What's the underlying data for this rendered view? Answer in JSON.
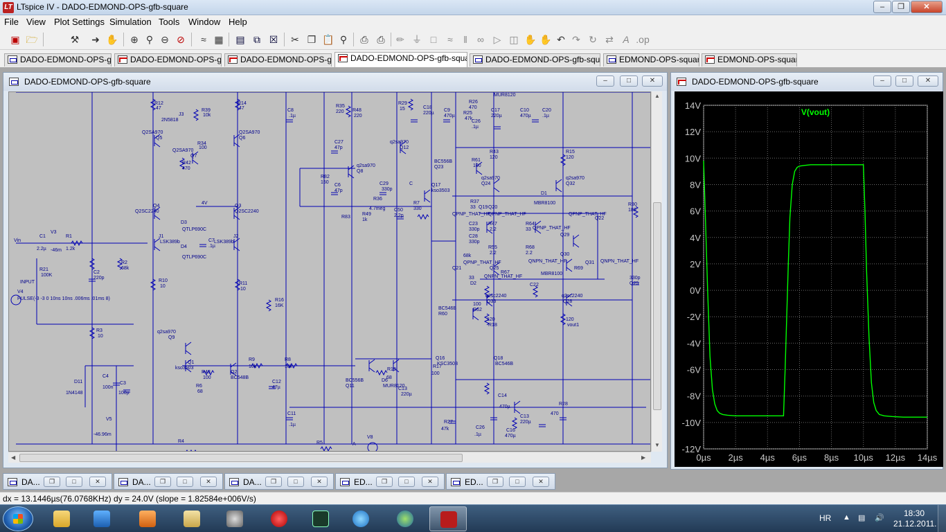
{
  "window": {
    "title": "LTspice IV - DADO-EDMOND-OPS-gfb-square",
    "app_icon": "LT"
  },
  "menu": [
    "File",
    "View",
    "Plot Settings",
    "Simulation",
    "Tools",
    "Window",
    "Help"
  ],
  "toolbar_icons": [
    "new-schematic-icon",
    "open-icon",
    "control-panel-icon",
    "run-icon",
    "halt-icon",
    "zoom-in-icon",
    "zoom-area-icon",
    "zoom-out-icon",
    "zoom-fit-icon",
    "autorange-icon",
    "tile-icon",
    "cascade-icon",
    "close-icon",
    "cut-icon",
    "copy-icon",
    "find-icon",
    "print-preview-icon",
    "print-icon",
    "wire-icon",
    "ground-icon",
    "label-icon",
    "resistor-icon",
    "capacitor-icon",
    "inductor-icon",
    "diode-icon",
    "component-icon",
    "move-icon",
    "drag-icon",
    "undo-icon",
    "redo-icon",
    "rotate-icon",
    "mirror-icon",
    "text-icon",
    "spice-directive-icon"
  ],
  "tabs": [
    {
      "label": "DADO-EDMOND-OPS-gfb",
      "kind": "schematic"
    },
    {
      "label": "DADO-EDMOND-OPS-gfb",
      "kind": "waveform"
    },
    {
      "label": "DADO-EDMOND-OPS-gfb",
      "kind": "waveform"
    },
    {
      "label": "DADO-EDMOND-OPS-gfb-square",
      "kind": "waveform",
      "active": true
    },
    {
      "label": "DADO-EDMOND-OPS-gfb-square",
      "kind": "schematic"
    },
    {
      "label": "EDMOND-OPS-square",
      "kind": "schematic"
    },
    {
      "label": "EDMOND-OPS-square",
      "kind": "waveform"
    }
  ],
  "schematic_window": {
    "title": "DADO-EDMOND-OPS-gfb-square",
    "labels": [
      {
        "t": "R12"
      },
      {
        "t": "47"
      },
      {
        "t": "R14"
      },
      {
        "t": "47"
      },
      {
        "t": "J3"
      },
      {
        "t": "2N5818"
      },
      {
        "t": "R39"
      },
      {
        "t": "10k"
      },
      {
        "t": "Q2SA970"
      },
      {
        "t": "Q5"
      },
      {
        "t": "Q2SA970"
      },
      {
        "t": "Q6"
      },
      {
        "t": "Q2SA970"
      },
      {
        "t": "R34"
      },
      {
        "t": "100"
      },
      {
        "t": "Q7"
      },
      {
        "t": "R42"
      },
      {
        "t": "470"
      },
      {
        "t": "4V"
      },
      {
        "t": "Q4"
      },
      {
        "t": "Q2SC2240"
      },
      {
        "t": "Q3"
      },
      {
        "t": "Q2SC2240"
      },
      {
        "t": "D3"
      },
      {
        "t": "QTLP690C"
      },
      {
        "t": "D4"
      },
      {
        "t": "QTLP690C"
      },
      {
        "t": "C7"
      },
      {
        "t": ".1µ"
      },
      {
        "t": "J1"
      },
      {
        "t": "LSK389b"
      },
      {
        "t": "J2"
      },
      {
        "t": "LSK389b"
      },
      {
        "t": "Vin"
      },
      {
        "t": "C1"
      },
      {
        "t": "2.2µ"
      },
      {
        "t": "V3"
      },
      {
        "t": "-46m"
      },
      {
        "t": "R1"
      },
      {
        "t": "1.2k"
      },
      {
        "t": "R21"
      },
      {
        "t": "100K"
      },
      {
        "t": "INPUT"
      },
      {
        "t": "V4"
      },
      {
        "t": "PULSE(-3 -3 0 10ns 10ns .006ms .01ms 8)"
      },
      {
        "t": "C2"
      },
      {
        "t": "220p"
      },
      {
        "t": "R2"
      },
      {
        "t": "68k"
      },
      {
        "t": "R10"
      },
      {
        "t": "10"
      },
      {
        "t": "R11"
      },
      {
        "t": "10"
      },
      {
        "t": "R3"
      },
      {
        "t": "10"
      },
      {
        "t": "R16"
      },
      {
        "t": "16K"
      },
      {
        "t": "q2sa970"
      },
      {
        "t": "Q9"
      },
      {
        "t": "Q1"
      },
      {
        "t": "kso3503"
      },
      {
        "t": "R43"
      },
      {
        "t": "100"
      },
      {
        "t": "Q2"
      },
      {
        "t": "BC548B"
      },
      {
        "t": "R9"
      },
      {
        "t": "10k"
      },
      {
        "t": "R8"
      },
      {
        "t": "10k"
      },
      {
        "t": "C12"
      },
      {
        "t": "47µ"
      },
      {
        "t": "R6"
      },
      {
        "t": "68"
      },
      {
        "t": "D11"
      },
      {
        "t": "1N4148"
      },
      {
        "t": "C4"
      },
      {
        "t": "100n"
      },
      {
        "t": "C3"
      },
      {
        "t": "100µ"
      },
      {
        "t": "V5"
      },
      {
        "t": "-46.96m"
      },
      {
        "t": "C11"
      },
      {
        "t": ".1µ"
      },
      {
        "t": "R4"
      },
      {
        "t": "R5"
      },
      {
        "t": "A"
      },
      {
        "t": "V8"
      },
      {
        "t": "C8"
      },
      {
        "t": ".1µ"
      },
      {
        "t": "R35"
      },
      {
        "t": "220"
      },
      {
        "t": "R48"
      },
      {
        "t": "220"
      },
      {
        "t": "C27"
      },
      {
        "t": "47p"
      },
      {
        "t": "q2sa970"
      },
      {
        "t": "Q8"
      },
      {
        "t": "R82"
      },
      {
        "t": "150"
      },
      {
        "t": "C6"
      },
      {
        "t": "47p"
      },
      {
        "t": "C29"
      },
      {
        "t": "330p"
      },
      {
        "t": "R36"
      },
      {
        "t": "4.7meg"
      },
      {
        "t": "C50"
      },
      {
        "t": "2.2p"
      },
      {
        "t": "R49"
      },
      {
        "t": "1k"
      },
      {
        "t": "R83"
      },
      {
        "t": "R29"
      },
      {
        "t": "15"
      },
      {
        "t": "q2sa970"
      },
      {
        "t": "Q12"
      },
      {
        "t": "C"
      },
      {
        "t": "Q17"
      },
      {
        "t": "kso3503"
      },
      {
        "t": "R7"
      },
      {
        "t": "330"
      },
      {
        "t": "C18"
      },
      {
        "t": "220µ"
      },
      {
        "t": "C9"
      },
      {
        "t": "470µ"
      },
      {
        "t": "R26"
      },
      {
        "t": "470"
      },
      {
        "t": "R25"
      },
      {
        "t": "47k"
      },
      {
        "t": "C26"
      },
      {
        "t": ".1µ"
      },
      {
        "t": "MUR8120"
      },
      {
        "t": "C17"
      },
      {
        "t": "220µ"
      },
      {
        "t": "C10"
      },
      {
        "t": "470µ"
      },
      {
        "t": "C20"
      },
      {
        "t": ".1µ"
      },
      {
        "t": "R43"
      },
      {
        "t": "120"
      },
      {
        "t": "R15"
      },
      {
        "t": "120"
      },
      {
        "t": "BC556B"
      },
      {
        "t": "Q23"
      },
      {
        "t": "R61"
      },
      {
        "t": "100"
      },
      {
        "t": "q2sa970"
      },
      {
        "t": "Q24"
      },
      {
        "t": "q2sa970"
      },
      {
        "t": "Q32"
      },
      {
        "t": "D1"
      },
      {
        "t": "MBR8100"
      },
      {
        "t": "R37"
      },
      {
        "t": "33"
      },
      {
        "t": "Q19"
      },
      {
        "t": "Q20"
      },
      {
        "t": "QPNP_THAT_HF"
      },
      {
        "t": "QPNP_THAT_HF"
      },
      {
        "t": "R47"
      },
      {
        "t": "2.2"
      },
      {
        "t": "C23"
      },
      {
        "t": "330p"
      },
      {
        "t": "R64"
      },
      {
        "t": "33"
      },
      {
        "t": "QPNP_THAT_HF"
      },
      {
        "t": "Q29"
      },
      {
        "t": "QPNP_THAT_HF"
      },
      {
        "t": "Q22"
      },
      {
        "t": "R30"
      },
      {
        "t": "180"
      },
      {
        "t": "C28"
      },
      {
        "t": "330p"
      },
      {
        "t": "R55"
      },
      {
        "t": "2.2"
      },
      {
        "t": "R68"
      },
      {
        "t": "2.2"
      },
      {
        "t": "Q30"
      },
      {
        "t": "QNPN_THAT_HF"
      },
      {
        "t": "Q31"
      },
      {
        "t": "QNPN_THAT_HF"
      },
      {
        "t": "R69"
      },
      {
        "t": "68k"
      },
      {
        "t": "QPNP_THAT_HF"
      },
      {
        "t": "Q21"
      },
      {
        "t": "Q25"
      },
      {
        "t": "QNPN_THAT_HF"
      },
      {
        "t": "R67"
      },
      {
        "t": "33"
      },
      {
        "t": "D2"
      },
      {
        "t": "MBR8100"
      },
      {
        "t": "C22"
      },
      {
        "t": "330p"
      },
      {
        "t": "Q25"
      },
      {
        "t": "q2sc2240"
      },
      {
        "t": "Q33"
      },
      {
        "t": "q2sc2240"
      },
      {
        "t": "Q28"
      },
      {
        "t": "BC546B"
      },
      {
        "t": "R60"
      },
      {
        "t": "100"
      },
      {
        "t": "R62"
      },
      {
        "t": "120"
      },
      {
        "t": "R18"
      },
      {
        "t": "120"
      },
      {
        "t": "vout1"
      },
      {
        "t": "Q16"
      },
      {
        "t": "KSC3503"
      },
      {
        "t": "Q18"
      },
      {
        "t": "BC546B"
      },
      {
        "t": "R17"
      },
      {
        "t": "100"
      },
      {
        "t": "R19"
      },
      {
        "t": "68"
      },
      {
        "t": "BC556B"
      },
      {
        "t": "Q11"
      },
      {
        "t": "D6"
      },
      {
        "t": "MUR8120"
      },
      {
        "t": "C13"
      },
      {
        "t": "220µ"
      },
      {
        "t": "C14"
      },
      {
        "t": "470µ"
      },
      {
        "t": "R28"
      },
      {
        "t": "470"
      },
      {
        "t": "R27"
      },
      {
        "t": "47k"
      },
      {
        "t": "C26"
      },
      {
        "t": ".1µ"
      },
      {
        "t": "C13"
      },
      {
        "t": "220µ"
      },
      {
        "t": "C16"
      },
      {
        "t": "470µ"
      }
    ]
  },
  "plot_window": {
    "title": "DADO-EDMOND-OPS-gfb-square"
  },
  "chart_data": {
    "type": "line",
    "title": "V(vout)",
    "xlabel": "",
    "ylabel": "",
    "x_ticks": [
      "0µs",
      "2µs",
      "4µs",
      "6µs",
      "8µs",
      "10µs",
      "12µs",
      "14µs"
    ],
    "y_ticks": [
      "14V",
      "12V",
      "10V",
      "8V",
      "6V",
      "4V",
      "2V",
      "0V",
      "-2V",
      "-4V",
      "-6V",
      "-8V",
      "-10V",
      "-12V"
    ],
    "xlim": [
      0,
      14
    ],
    "ylim": [
      -12,
      14
    ],
    "grid": true,
    "colors": {
      "background": "#000000",
      "grid": "#6e6e6e",
      "trace": "#00ff00",
      "tick": "#c8c8c8"
    },
    "series": [
      {
        "name": "V(vout)",
        "x": [
          0,
          0.1,
          0.25,
          0.4,
          0.55,
          0.7,
          0.85,
          1.0,
          1.2,
          1.5,
          2.0,
          3.0,
          4.0,
          5.0,
          5.1,
          5.2,
          5.3,
          5.4,
          5.55,
          5.7,
          5.85,
          6.0,
          6.3,
          6.7,
          7.5,
          9.0,
          10.0,
          10.1,
          10.2,
          10.35,
          10.5,
          10.65,
          10.8,
          11.0,
          11.3,
          11.8,
          12.5,
          13.5,
          14
        ],
        "y": [
          9.8,
          6.0,
          0.0,
          -5.0,
          -7.5,
          -8.6,
          -9.1,
          -9.3,
          -9.4,
          -9.45,
          -9.5,
          -9.5,
          -9.5,
          -9.5,
          -6.0,
          -2.0,
          2.0,
          5.5,
          8.0,
          9.0,
          9.3,
          9.4,
          9.45,
          9.5,
          9.5,
          9.5,
          9.5,
          6.0,
          1.5,
          -3.5,
          -7.0,
          -8.5,
          -9.1,
          -9.4,
          -9.5,
          -9.55,
          -9.6,
          -9.6,
          -9.6
        ]
      }
    ]
  },
  "min_windows": [
    {
      "label": "DA...",
      "kind": "schematic"
    },
    {
      "label": "DA...",
      "kind": "schematic"
    },
    {
      "label": "DA...",
      "kind": "schematic"
    },
    {
      "label": "ED...",
      "kind": "schematic"
    },
    {
      "label": "ED...",
      "kind": "schematic"
    }
  ],
  "status": {
    "text": "dx = 13.1446µs(76.0768KHz)  dy = 24.0V   (slope = 1.82584e+006V/s)"
  },
  "taskbar": {
    "apps": [
      "explorer-icon",
      "media-player-icon",
      "control-panel-icon",
      "folder-icon",
      "cd-drive-icon",
      "antivirus-icon",
      "oscilloscope-icon",
      "internet-explorer-icon",
      "media-center-icon",
      "ltspice-icon"
    ],
    "lang": "HR",
    "time": "18:30",
    "date": "21.12.2011."
  }
}
